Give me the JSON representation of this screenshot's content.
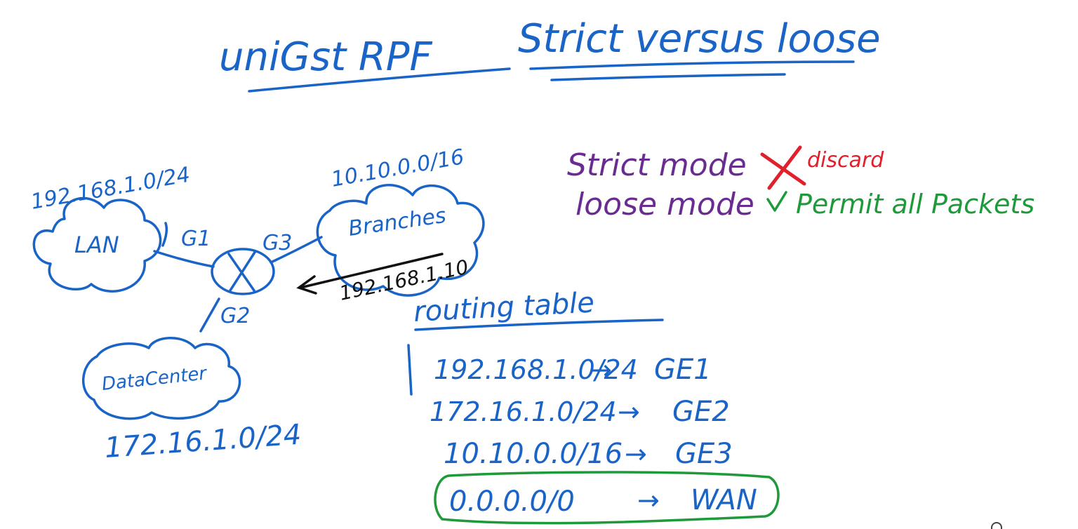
{
  "title": {
    "part1": "uniGst RPF",
    "part2": "Strict versus loose"
  },
  "networks": {
    "lan": {
      "subnet": "192.168.1.0/24",
      "label": "LAN",
      "interface": "G1"
    },
    "branches": {
      "subnet": "10.10.0.0/16",
      "label": "Branches",
      "interface": "G3",
      "packet_source": "192.168.1.10"
    },
    "datacenter": {
      "subnet": "172.16.1.0/24",
      "label": "DataCenter",
      "interface": "G2"
    }
  },
  "router": {
    "symbol": "X"
  },
  "modes": {
    "strict": {
      "label": "Strict mode",
      "mark": "X",
      "result": "discard"
    },
    "loose": {
      "label": "loose mode",
      "mark": "✓",
      "result": "Permit all Packets"
    }
  },
  "routing_table": {
    "heading": "routing table",
    "entries": [
      {
        "prefix": "192.168.1.0/24",
        "next": "GE1"
      },
      {
        "prefix": "172.16.1.0/24",
        "next": "GE2"
      },
      {
        "prefix": "10.10.0.0/16",
        "next": "GE3"
      },
      {
        "prefix": "0.0.0.0/0",
        "next": "WAN"
      }
    ],
    "arrow": "→"
  },
  "colors": {
    "blue": "#1a64c8",
    "purple": "#6a2c91",
    "red": "#e0202a",
    "green": "#1f9a3a",
    "black": "#111111"
  }
}
